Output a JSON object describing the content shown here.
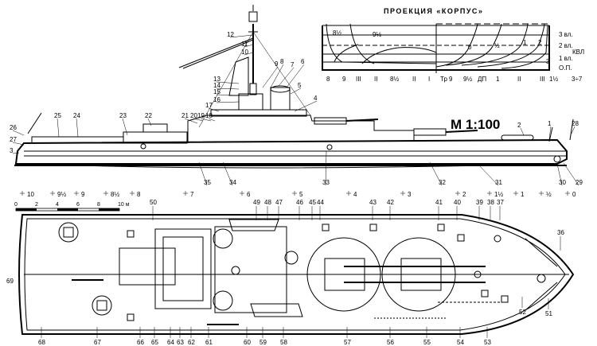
{
  "projection": {
    "title": "ПРОЕКЦИЯ «КОРПУС»",
    "waterlines": [
      "3 вл.",
      "2 вл.",
      "КВЛ",
      "1 вл.",
      "О.П."
    ],
    "sections_aft": [
      "8½",
      "9½"
    ],
    "sections_bottom": [
      "8",
      "9",
      "III",
      "II",
      "8½",
      "II",
      "I",
      "Тр",
      "9",
      "9½",
      "ДП",
      "1",
      "II",
      "III",
      "1½",
      "3÷7"
    ],
    "sections_fwd": [
      "0",
      "½",
      "1",
      "2",
      "3"
    ]
  },
  "scale_label": "М 1:100",
  "frame_stations": [
    "10",
    "9½",
    "9",
    "8½",
    "8",
    "7",
    "6",
    "5",
    "4",
    "3",
    "2",
    "1½",
    "1",
    "½",
    "0"
  ],
  "bar_scale": {
    "ticks": [
      "0",
      "2",
      "4",
      "6",
      "8",
      "10 м"
    ]
  },
  "profile_callouts": [
    "12",
    "11",
    "10",
    "9",
    "8",
    "7",
    "6",
    "5",
    "4",
    "13",
    "14",
    "15",
    "16",
    "17",
    "18",
    "19",
    "20",
    "21",
    "22",
    "23",
    "24",
    "25",
    "26",
    "27",
    "3",
    "2",
    "1",
    "28",
    "29",
    "30",
    "31",
    "32",
    "33",
    "34",
    "35"
  ],
  "plan_callouts_top": [
    "50",
    "49",
    "48",
    "47",
    "46",
    "45",
    "44",
    "43",
    "42",
    "41",
    "40",
    "39",
    "38",
    "37",
    "36"
  ],
  "plan_callouts_bottom": [
    "68",
    "67",
    "66",
    "65",
    "64",
    "63",
    "62",
    "61",
    "60",
    "59",
    "58",
    "57",
    "56",
    "55",
    "54",
    "53",
    "52",
    "51"
  ],
  "plan_callouts_side": [
    "69"
  ]
}
